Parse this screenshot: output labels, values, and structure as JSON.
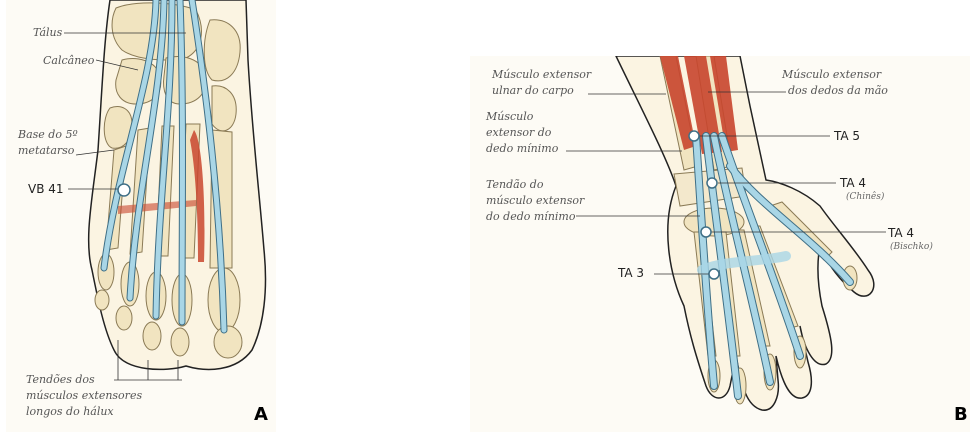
{
  "panel_a": {
    "letter": "A",
    "labels": {
      "talus": "Tálus",
      "calcaneo": "Calcâneo",
      "base5_line1": "Base do 5º",
      "base5_line2": "metatarso",
      "vb41": "VB 41",
      "tendoes_line1": "Tendões dos",
      "tendoes_line2": "músculos extensores",
      "tendoes_line3": "longos do hálux"
    }
  },
  "panel_b": {
    "letter": "B",
    "labels": {
      "ulnar_line1": "Músculo extensor",
      "ulnar_line2": "ulnar do carpo",
      "dedos_line1": "Músculo extensor",
      "dedos_line2": "dos dedos da mão",
      "minimo_line1": "Músculo",
      "minimo_line2": "extensor do",
      "minimo_line3": "dedo mínimo",
      "tendao_line1": "Tendão do",
      "tendao_line2": "músculo extensor",
      "tendao_line3": "do dedo mínimo",
      "ta5": "TA 5",
      "ta4_chines": "TA 4",
      "ta4_chines_sub": "(Chinês)",
      "ta4_bischko": "TA 4",
      "ta4_bischko_sub": "(Bischko)",
      "ta3": "TA 3"
    }
  },
  "colors": {
    "bone": "#f1e4c0",
    "bone_outline": "#8a7a55",
    "tendon": "#a9d6e6",
    "tendon_outline": "#3f6f86",
    "muscle": "#c9462e",
    "skin_outline": "#222222",
    "leader": "#333333"
  }
}
